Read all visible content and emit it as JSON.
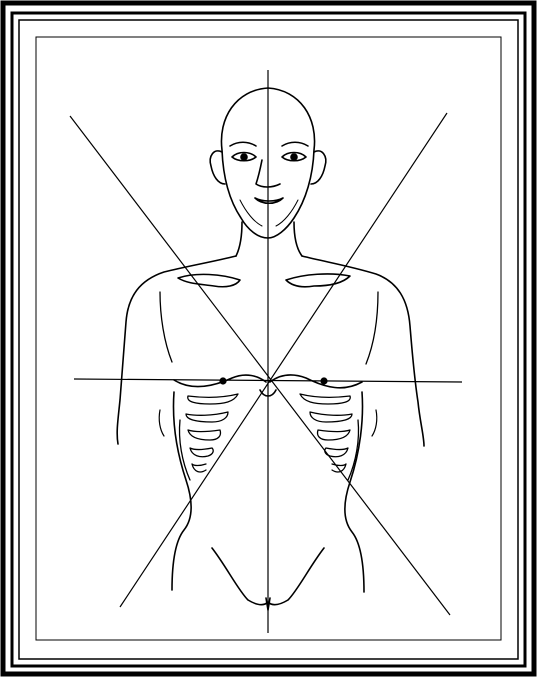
{
  "figure": {
    "subject": "frontal-torso-reference-lines",
    "line_color": "#000000",
    "background_color": "#ffffff",
    "frame_style": "double-border",
    "markers": [
      "left-nipple-dot",
      "right-nipple-dot"
    ]
  }
}
